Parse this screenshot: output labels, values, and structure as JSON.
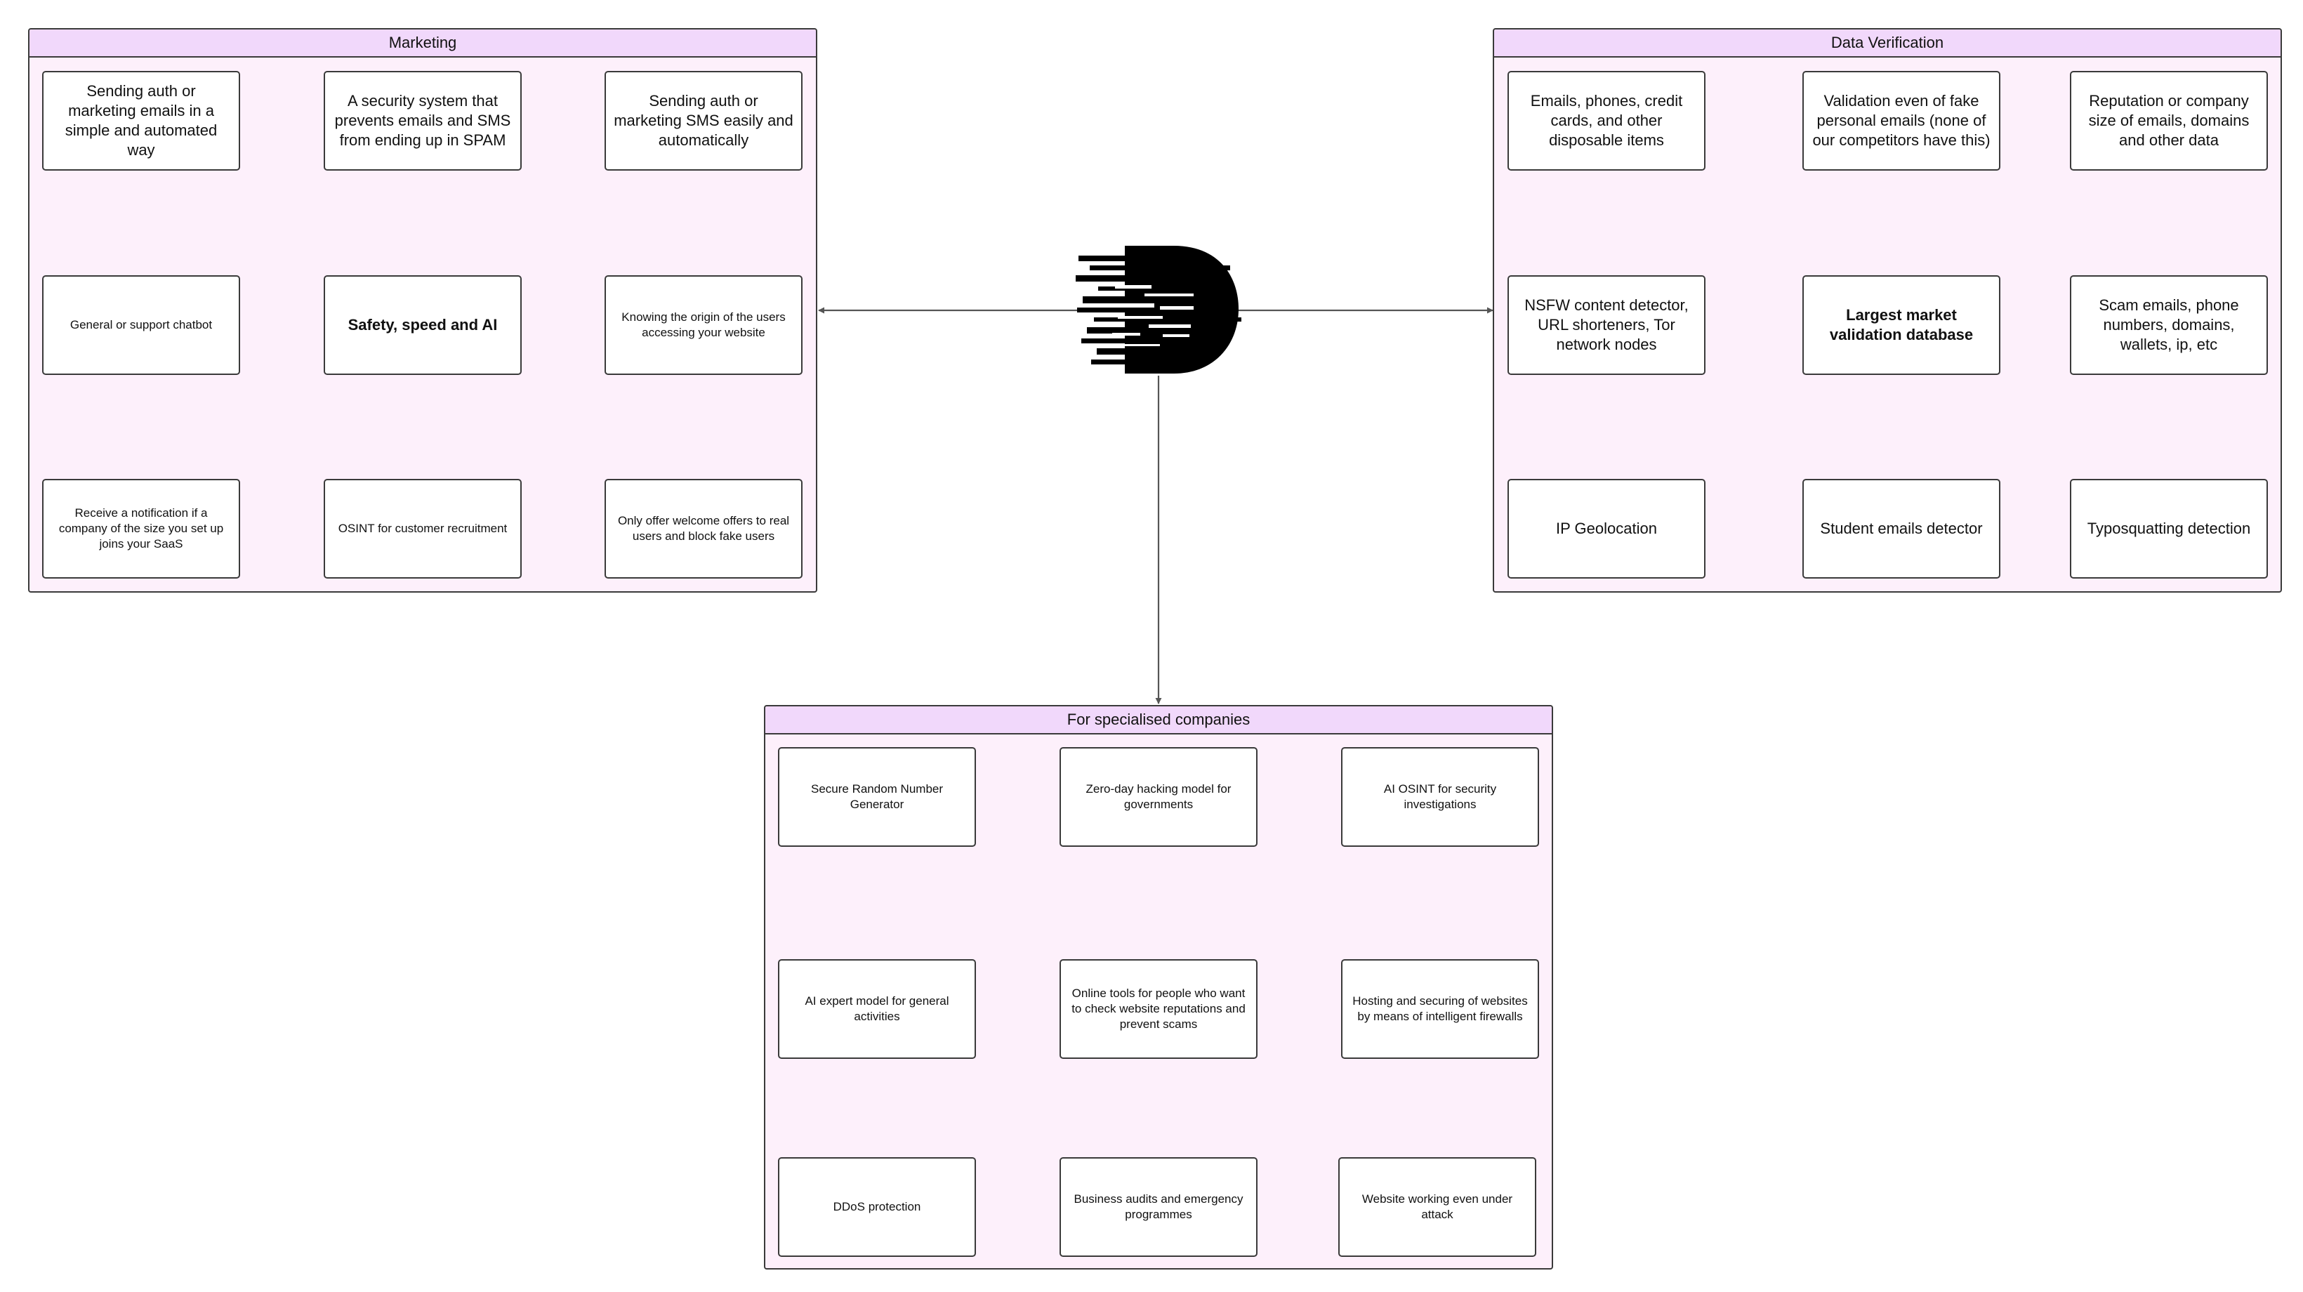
{
  "logo": {
    "icon": "brand-logo-icon"
  },
  "marketing": {
    "title": "Marketing",
    "auth_emails": "Sending auth or marketing emails in a simple and automated way",
    "anti_spam": "A security system that prevents emails and SMS from ending up in SPAM",
    "auth_sms": "Sending auth or marketing SMS easily and automatically",
    "chatbot": "General or support chatbot",
    "hub": "Safety, speed and AI",
    "user_origin": "Knowing the origin of the users accessing your website",
    "size_notification": "Receive a notification if a company of the size you set up joins your SaaS",
    "osint_recruitment": "OSINT for customer recruitment",
    "welcome_offers": "Only offer welcome offers to real users and block fake users"
  },
  "verification": {
    "title": "Data Verification",
    "disposable": "Emails, phones, credit cards, and other disposable items",
    "fake_personal": "Validation even of fake personal emails (none of our competitors have this)",
    "reputation": "Reputation or company size of emails, domains and other data",
    "nsfw": "NSFW content detector, URL shorteners, Tor network nodes",
    "hub": "Largest market validation database",
    "scam": "Scam emails, phone numbers, domains, wallets, ip, etc",
    "geolocation": "IP Geolocation",
    "student": "Student emails detector",
    "typosquatting": "Typosquatting detection"
  },
  "specialised": {
    "title": "For specialised companies",
    "rng": "Secure Random Number Generator",
    "zero_day": "Zero-day hacking model for governments",
    "ai_osint": "AI OSINT for security investigations",
    "ai_expert": "AI expert model for general activities",
    "online_tools": "Online tools for people who want to check website reputations and prevent scams",
    "hosting": "Hosting and securing of websites by means of intelligent firewalls",
    "ddos": "DDoS protection",
    "audits": "Business audits and emergency programmes",
    "under_attack": "Website working even under attack"
  },
  "colors": {
    "panel_fill": "#fdf0fb",
    "header_fill": "#f1d8fb",
    "stroke": "#3a3a3a",
    "connector": "#555555"
  }
}
